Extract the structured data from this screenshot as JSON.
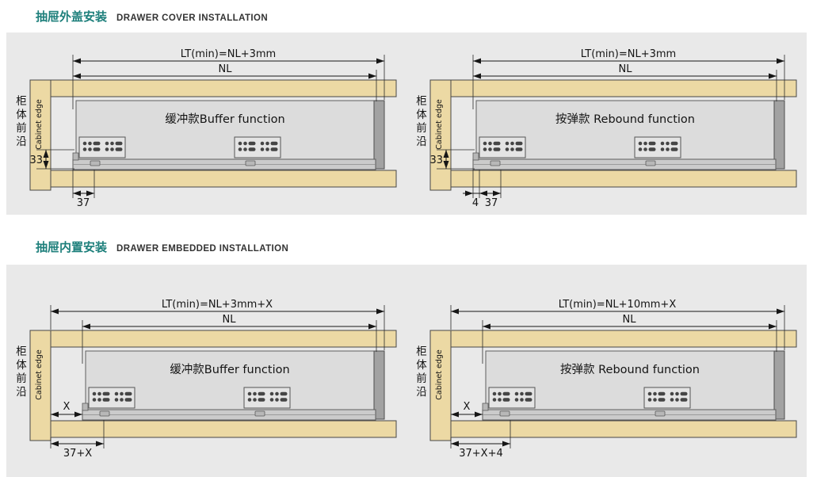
{
  "page": {
    "background": "#ffffff",
    "panel_background": "#e9e9e9",
    "accent_color": "#1d7f7b",
    "wood_color": "#ecd9a4"
  },
  "labels": {
    "cabinet_edge_cn": [
      "柜",
      "体",
      "前",
      "沿"
    ],
    "cabinet_edge_en": "Cabinet edge"
  },
  "sections": [
    {
      "title_cn": "抽屉外盖安装",
      "title_en": "DRAWER COVER INSTALLATION",
      "diagrams": [
        {
          "lt_dim": "LT(min)=NL+3mm",
          "nl_dim": "NL",
          "function_label": "缓冲款Buffer function",
          "height_dim": "33",
          "bottom_dim": "37"
        },
        {
          "lt_dim": "LT(min)=NL+3mm",
          "nl_dim": "NL",
          "function_label": "按弹款 Rebound function",
          "height_dim": "33",
          "front_gap_dim": "4",
          "bottom_dim": "37"
        }
      ]
    },
    {
      "title_cn": "抽屉内置安装",
      "title_en": "DRAWER EMBEDDED INSTALLATION",
      "diagrams": [
        {
          "lt_dim": "LT(min)=NL+3mm+X",
          "nl_dim": "NL",
          "function_label": "缓冲款Buffer function",
          "inset_dim": "X",
          "bottom_dim": "37+X"
        },
        {
          "lt_dim": "LT(min)=NL+10mm+X",
          "nl_dim": "NL",
          "function_label": "按弹款 Rebound function",
          "inset_dim": "X",
          "bottom_dim": "37+X+4"
        }
      ]
    }
  ]
}
